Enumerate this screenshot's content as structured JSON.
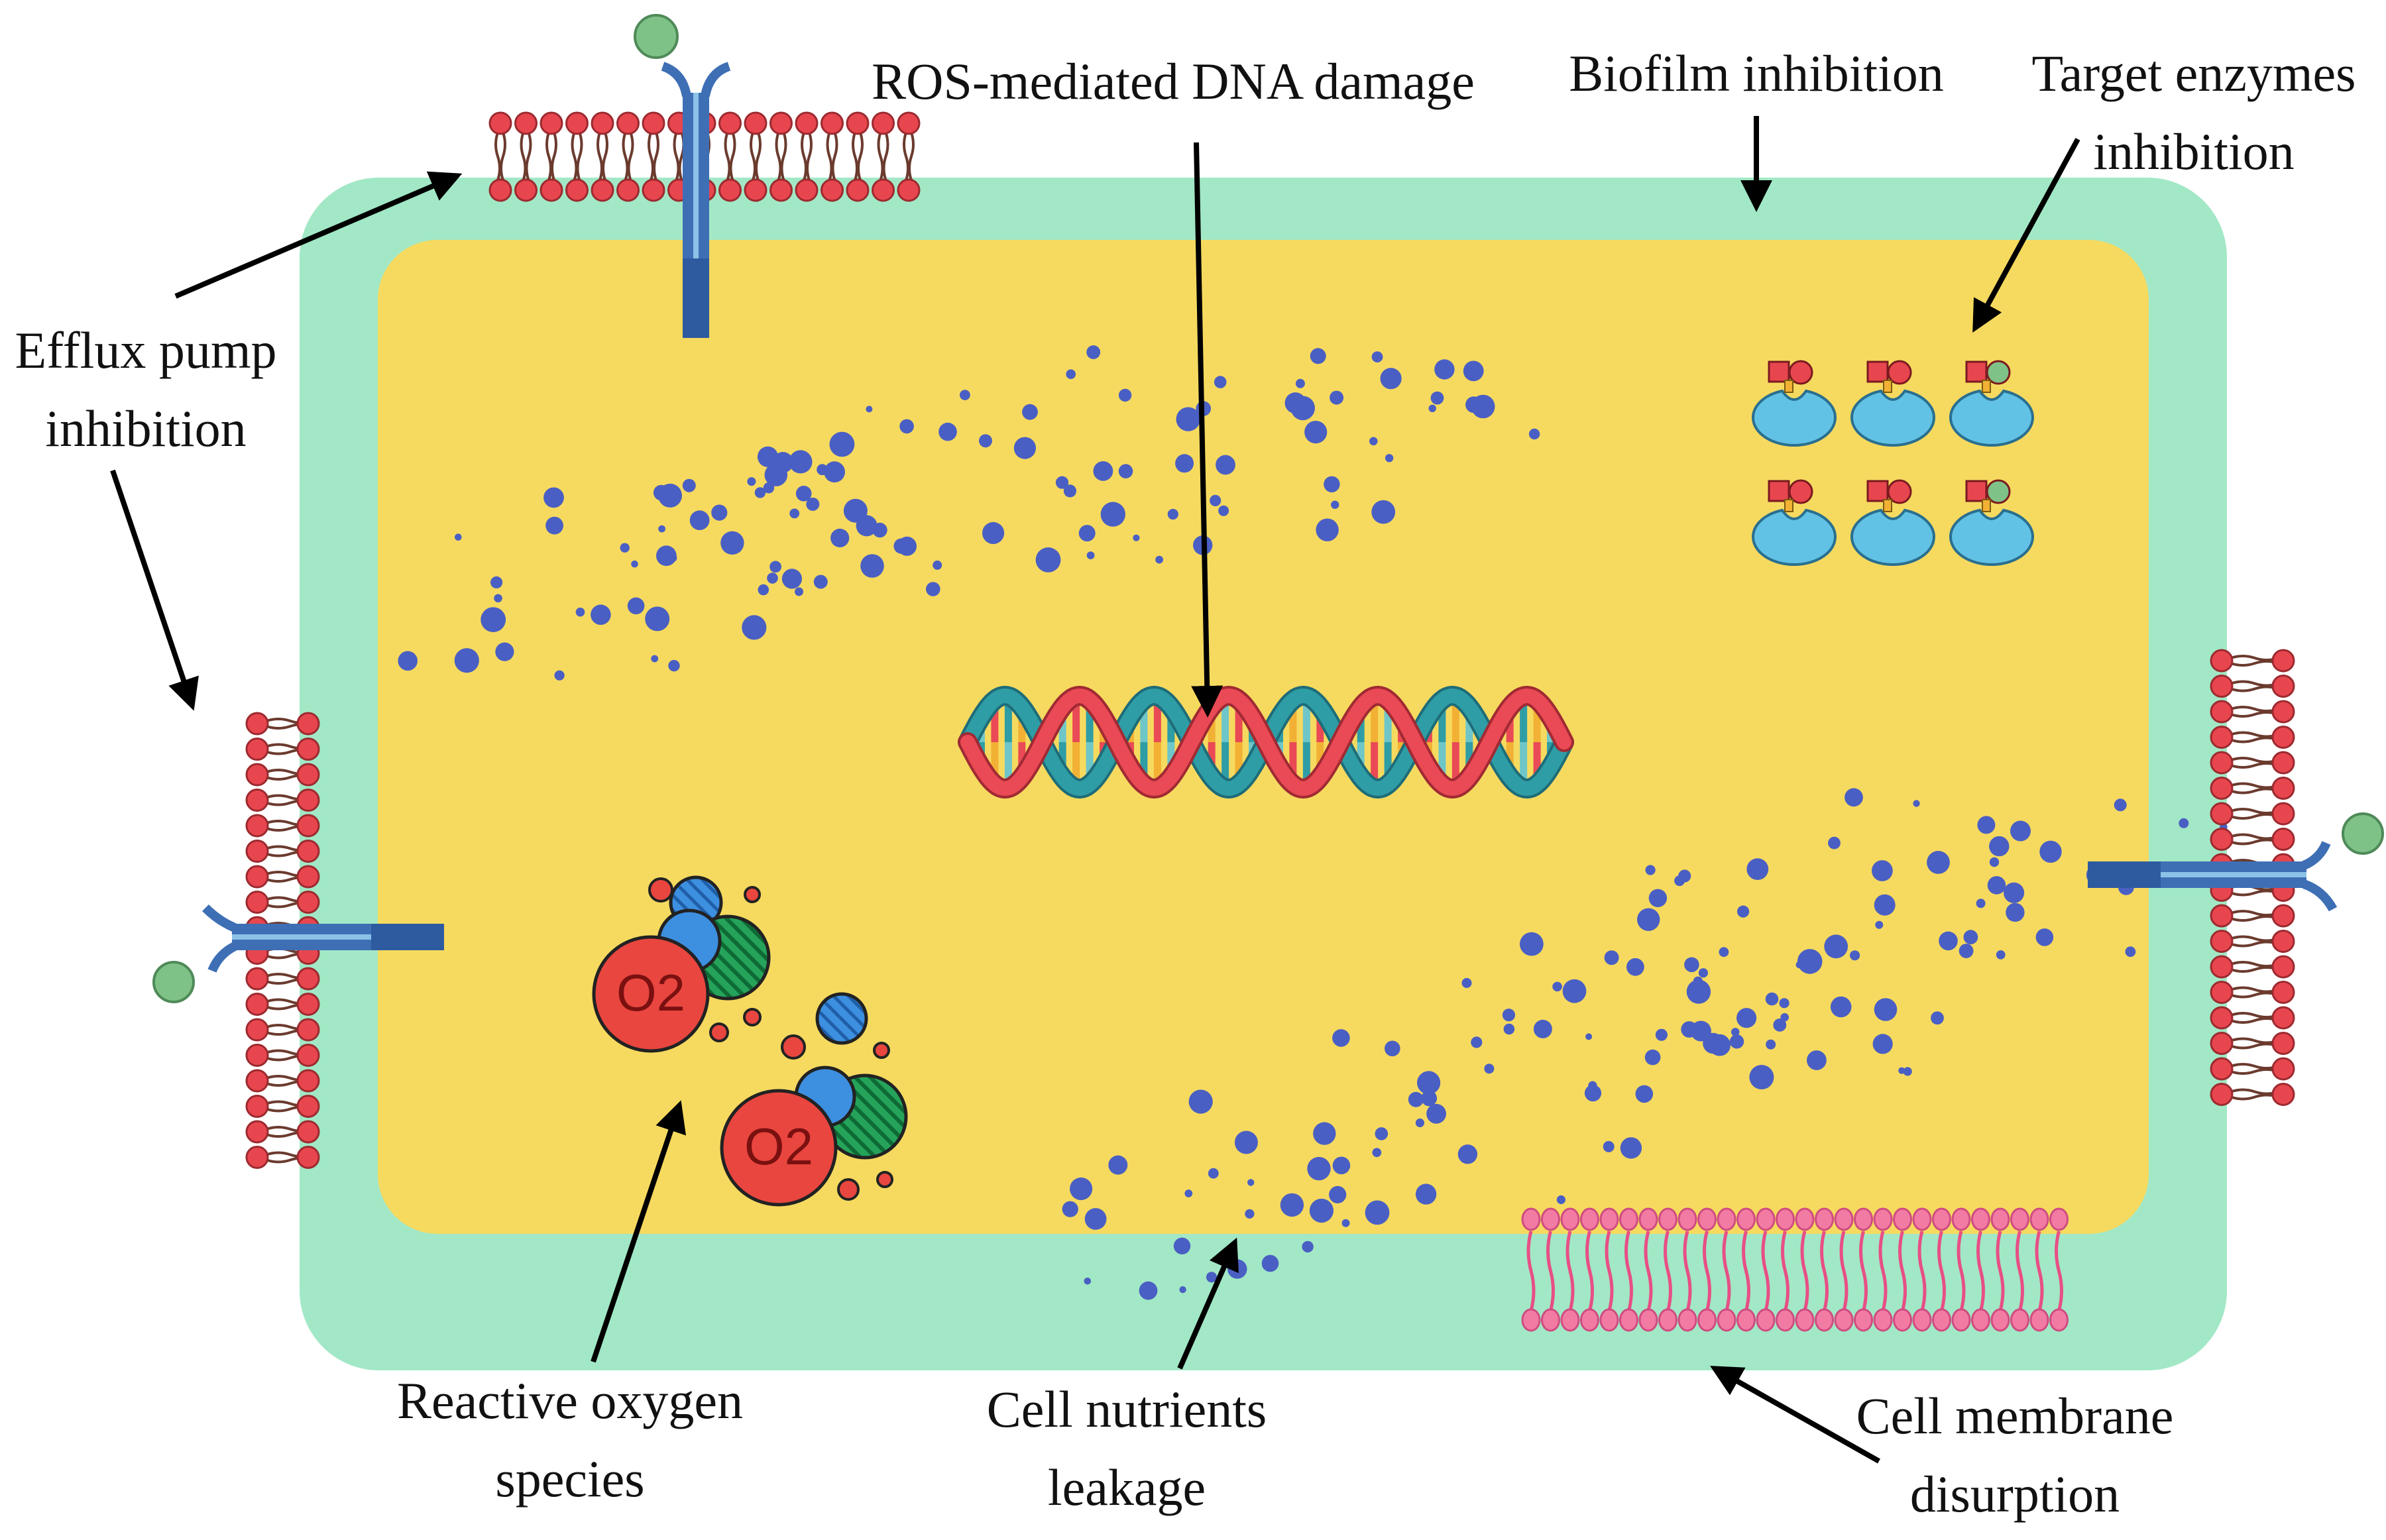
{
  "labels": {
    "efflux_pump": [
      "Efflux pump",
      "inhibition"
    ],
    "ros_dna": "ROS-mediated DNA damage",
    "biofilm": "Biofilm inhibition",
    "target_enzymes": [
      "Target enzymes",
      "inhibition"
    ],
    "reactive_oxygen": [
      "Reactive oxygen",
      "species"
    ],
    "nutrients": [
      "Cell nutrients",
      "leakage"
    ],
    "membrane": [
      "Cell membrane",
      "disurption"
    ]
  },
  "molecule_label": "O2",
  "colors": {
    "cell_wall": "#a2e8c6",
    "cytoplasm": "#f6da5f",
    "particle": "#4a5fc4",
    "lipid_head": "#e8464f",
    "pink_lipid": "#f27ba3",
    "pump": "#3e6fb5",
    "pump_stripe": "#8bc2e8",
    "ligand": "#7fc288",
    "enzyme": "#62c2e6",
    "dna_red": "#ea4a55",
    "dna_teal": "#2f9da5",
    "ros_red": "#e8463f",
    "ros_blue": "#3d8fe0",
    "ros_green": "#25a35a"
  }
}
